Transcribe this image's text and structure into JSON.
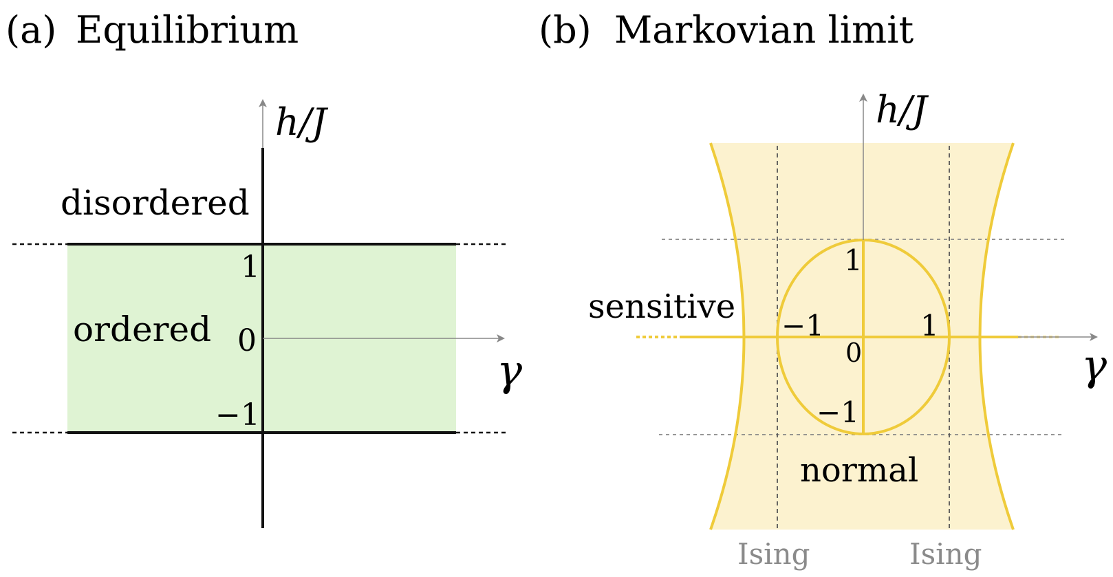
{
  "panel_a": {
    "label": "(a)",
    "title": "Equilibrium",
    "y_axis_label": "h/J",
    "x_axis_label": "γ",
    "region_upper": "disordered",
    "region_middle": "ordered",
    "tick_pos": "1",
    "tick_zero": "0",
    "tick_neg": "−1",
    "colors": {
      "ordered_fill": "#dff3d3",
      "boundary": "#111111",
      "axis": "#888888"
    }
  },
  "panel_b": {
    "label": "(b)",
    "title": "Markovian limit",
    "y_axis_label": "h/J",
    "x_axis_label": "γ",
    "region_side": "sensitive",
    "region_bottom": "normal",
    "tick_h_pos": "1",
    "tick_h_neg": "−1",
    "tick_zero": "0",
    "tick_g_neg": "−1",
    "tick_g_pos": "1",
    "ising_left": "Ising",
    "ising_right": "Ising",
    "colors": {
      "fill": "#fcf2cf",
      "curve": "#efcb3a",
      "guide": "#888888",
      "ising_text": "#8a8a8a"
    }
  }
}
